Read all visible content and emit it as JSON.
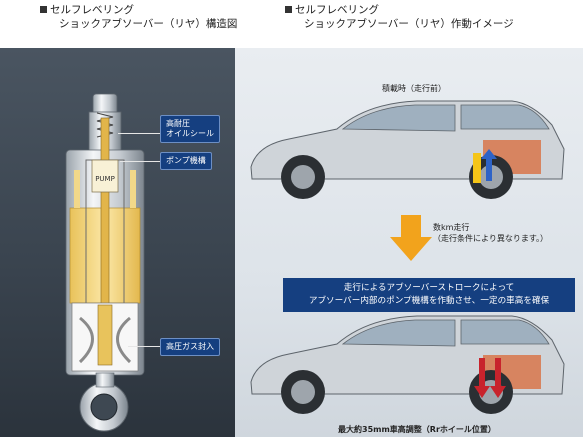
{
  "left_heading": {
    "line1": "セルフレベリング",
    "line2": "ショックアブソーバー（リヤ）構造図"
  },
  "right_heading": {
    "line1": "セルフレベリング",
    "line2": "ショックアブソーバー（リヤ）作動イメージ"
  },
  "labels": {
    "oil_seal": {
      "line1": "高耐圧",
      "line2": "オイルシール"
    },
    "pump": "ポンプ機構",
    "gas": "高圧ガス封入"
  },
  "top_caption": "積載時（走行前）",
  "arrow_caption": {
    "line1": "数km走行",
    "line2": "（走行条件により異なります。）"
  },
  "banner": {
    "line1": "走行によるアブソーバーストロークによって",
    "line2": "アブソーバー内部のポンプ機構を作動させ、一定の車高を確保"
  },
  "bottom_caption": "最大約35mm車高調整（Rrホイール位置）",
  "colors": {
    "label_blue": "#153f80",
    "arrow_orange": "#f2a31c",
    "up_arrow": "#2e63c7",
    "down_arrow": "#c8232c"
  }
}
